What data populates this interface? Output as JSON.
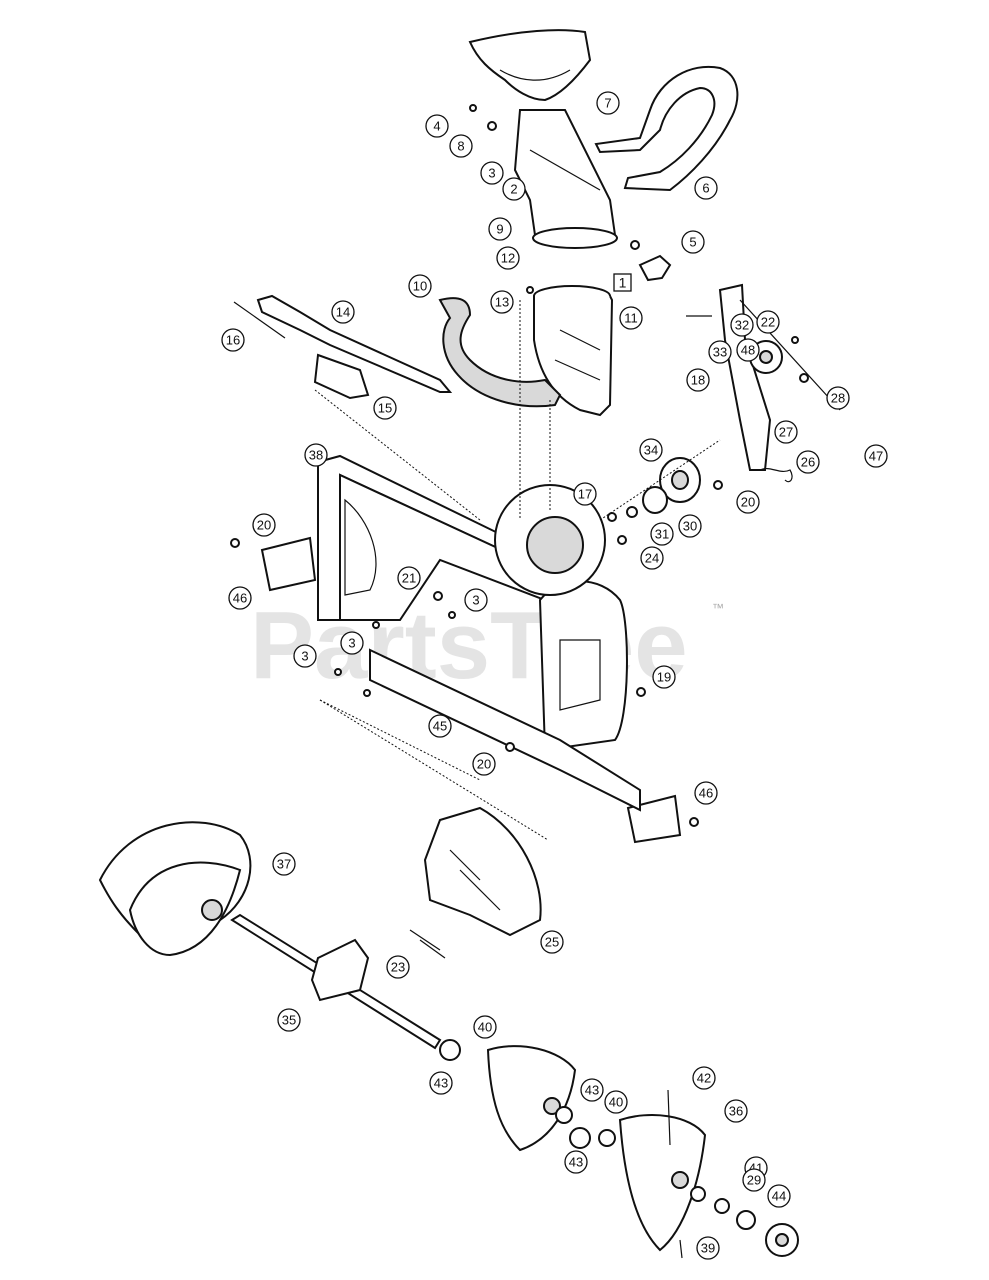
{
  "watermark": {
    "text": "PartsTree",
    "trademark": "™"
  },
  "boxed_label": "1",
  "callouts": [
    "7",
    "6",
    "4",
    "8",
    "3",
    "2",
    "9",
    "5",
    "12",
    "13",
    "10",
    "11",
    "14",
    "16",
    "15",
    "32",
    "22",
    "33",
    "48",
    "18",
    "28",
    "27",
    "47",
    "38",
    "34",
    "17",
    "26",
    "20",
    "30",
    "31",
    "24",
    "20",
    "46",
    "21",
    "3",
    "3",
    "3",
    "19",
    "45",
    "20",
    "46",
    "37",
    "25",
    "23",
    "35",
    "40",
    "43",
    "43",
    "40",
    "42",
    "36",
    "43",
    "41",
    "29",
    "44",
    "39"
  ]
}
